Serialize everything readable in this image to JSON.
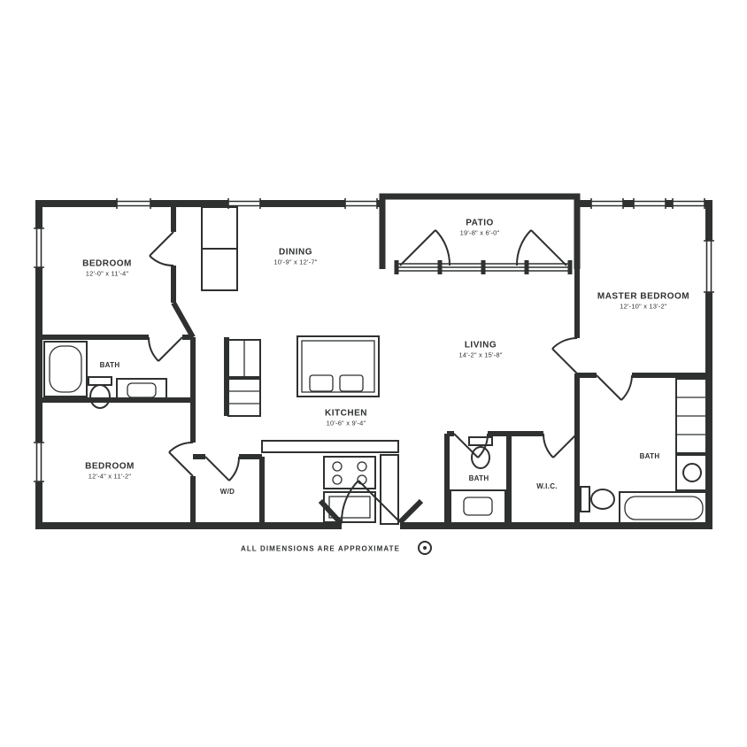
{
  "plan": {
    "colors": {
      "wall": "#2e3130",
      "background": "#ffffff"
    },
    "rooms": {
      "bedroom_1": {
        "label": "BEDROOM",
        "dims": "12'-0\" x 11'-4\""
      },
      "dining": {
        "label": "DINING",
        "dims": "10'-9\" x 12'-7\""
      },
      "patio": {
        "label": "PATIO",
        "dims": "19'-8\" x 6'-0\""
      },
      "living": {
        "label": "LIVING",
        "dims": "14'-2\" x 15'-8\""
      },
      "master_bedroom": {
        "label": "MASTER BEDROOM",
        "dims": "12'-10\" x 13'-2\""
      },
      "bath_1": {
        "label": "BATH"
      },
      "bedroom_2": {
        "label": "BEDROOM",
        "dims": "12'-4\" x 11'-2\""
      },
      "kitchen": {
        "label": "KITCHEN",
        "dims": "10'-6\" x 9'-4\""
      },
      "laundry": {
        "label": "W/D"
      },
      "bath_2": {
        "label": "BATH"
      },
      "walk_in_closet": {
        "label": "W.I.C."
      },
      "master_bath": {
        "label": "BATH"
      }
    },
    "footer_note": "ALL DIMENSIONS ARE APPROXIMATE"
  }
}
